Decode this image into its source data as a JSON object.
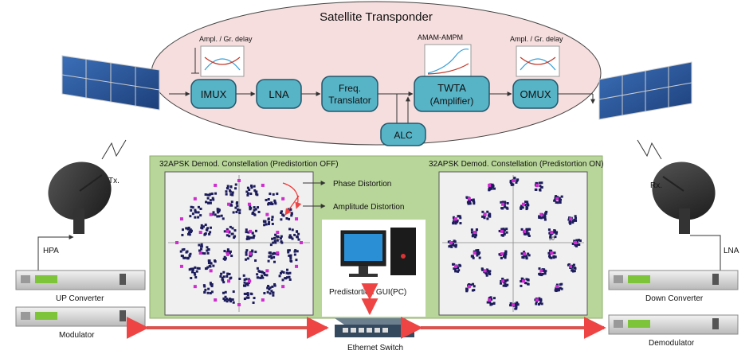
{
  "transponder": {
    "title": "Satellite Transponder",
    "blocks": {
      "imux": "IMUX",
      "lna": "LNA",
      "freq_line1": "Freq.",
      "freq_line2": "Translator",
      "twta_line1": "TWTA",
      "twta_line2": "(Amplifier)",
      "omux": "OMUX",
      "alc": "ALC"
    },
    "mini_charts": {
      "left": "Ampl. / Gr. delay",
      "middle": "AMAM-AMPM",
      "right": "Ampl. / Gr. delay"
    }
  },
  "ground_left": {
    "tx_label": "Tx.",
    "hpa_label": "HPA",
    "upconverter_label": "UP Converter",
    "modulator_label": "Modulator"
  },
  "ground_right": {
    "rx_label": "Rx.",
    "lna_label": "LNA",
    "downconverter_label": "Down Converter",
    "demodulator_label": "Demodulator"
  },
  "constellations": {
    "off_title": "32APSK Demod. Constellation (Predistortion OFF)",
    "on_title": "32APSK Demod. Constellation (Predistortion ON)",
    "phase_distortion": "Phase Distortion",
    "amplitude_distortion": "Amplitude Distortion",
    "axis_tick": "50"
  },
  "center": {
    "pc_label": "Predistortion GUI(PC)",
    "switch_label": "Ethernet Switch"
  },
  "colors": {
    "transponder_fill": "#f7dede",
    "block_fill": "#57b3c6",
    "panel_fill": "#b9d69a",
    "arrow_red": "#d9534f",
    "point_navy": "#1c1c5c",
    "point_magenta": "#d02ad0"
  }
}
